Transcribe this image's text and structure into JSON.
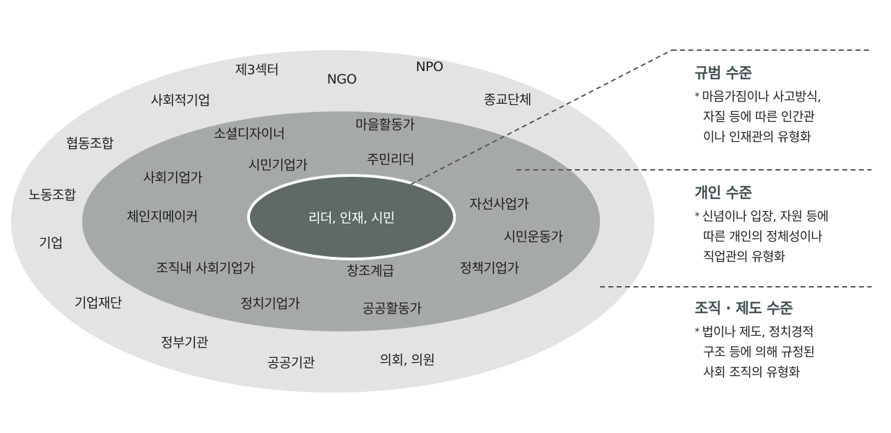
{
  "diagram": {
    "center": "리더, 인재, 시민",
    "middle_ring": [
      "소셜디자이너",
      "마을활동가",
      "사회기업가",
      "시민기업가",
      "주민리더",
      "체인지메이커",
      "자선사업가",
      "시민운동가",
      "조직내 사회기업가",
      "창조계급",
      "정책기업가",
      "정치기업가",
      "공공활동가"
    ],
    "outer_ring": [
      "제3섹터",
      "NGO",
      "NPO",
      "사회적기업",
      "종교단체",
      "협동조합",
      "노동조합",
      "기업",
      "기업재단",
      "정부기관",
      "공공기관",
      "의회, 의원"
    ]
  },
  "levels": [
    {
      "title": "규범 수준",
      "lines": [
        "마음가짐이나 사고방식,",
        "자질 등에 따른 인간관",
        "이나 인재관의 유형화"
      ]
    },
    {
      "title": "개인 수준",
      "lines": [
        "신념이나 입장, 자원 등에",
        "따른 개인의 정체성이나",
        "직업관의 유형화"
      ]
    },
    {
      "title": "조직 · 제도 수준",
      "lines": [
        "법이나 제도, 정치경적",
        "구조 등에 의해 규정된",
        "사회 조직의 유형화"
      ]
    }
  ],
  "colors": {
    "outer": "#e3e3e3",
    "middle": "#a6aaa7",
    "center": "#5f6a66",
    "title": "#3f4f4f"
  }
}
